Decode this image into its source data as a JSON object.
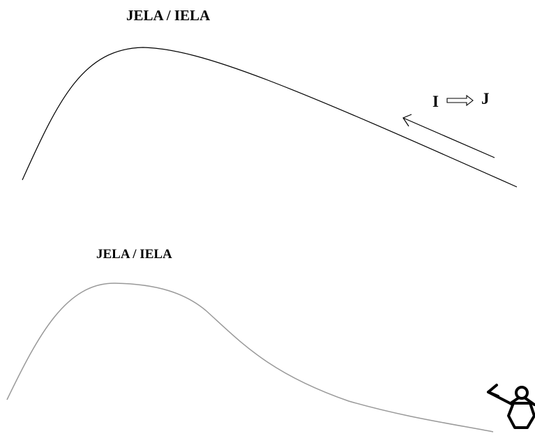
{
  "panels": [
    {
      "title": "JELA / IELA",
      "transition": {
        "from": "I",
        "to": "J"
      },
      "line_color": "#000000"
    },
    {
      "title": "JELA / IELA",
      "line_color": "#999999"
    }
  ]
}
